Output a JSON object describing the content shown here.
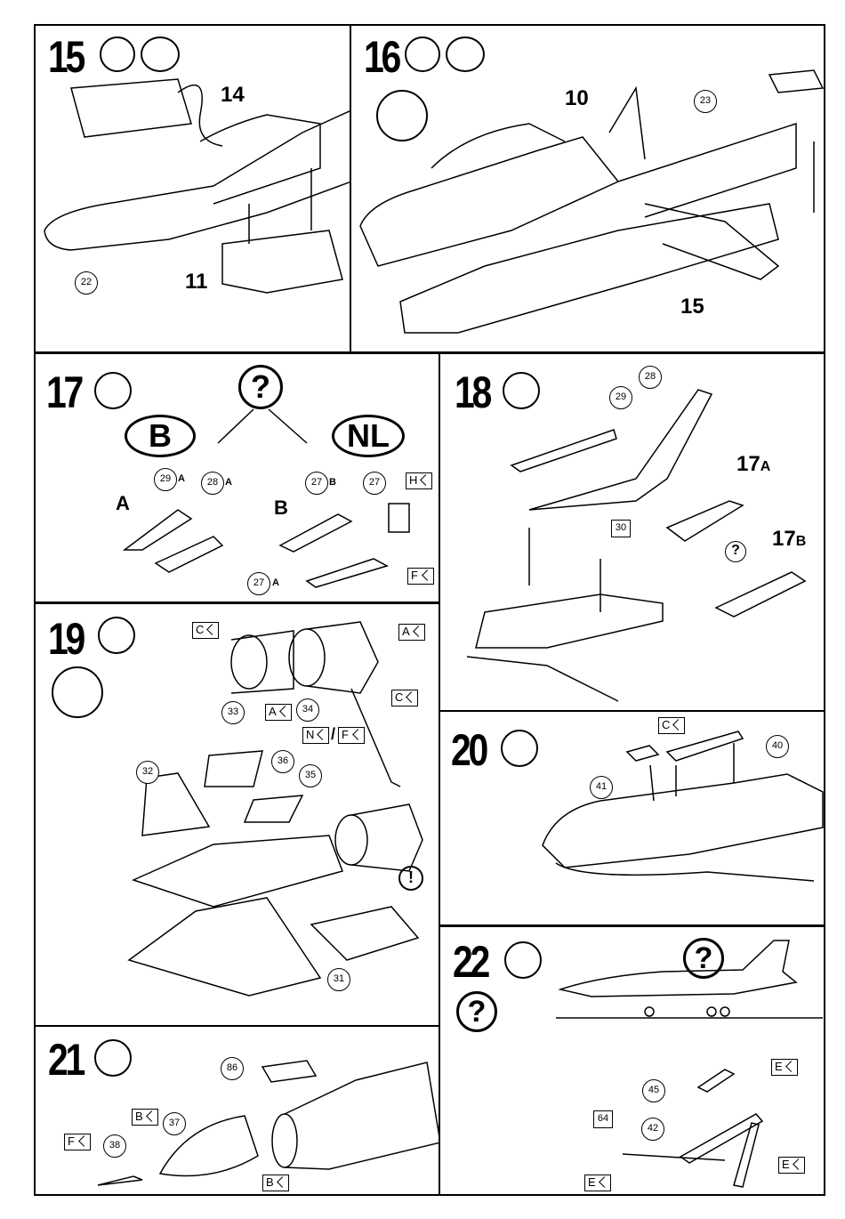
{
  "steps": {
    "s15": {
      "number": "15",
      "callouts": {
        "c14": "14",
        "c11": "11"
      },
      "parts": {
        "p22": "22"
      }
    },
    "s16": {
      "number": "16",
      "callouts": {
        "c10": "10",
        "c15": "15"
      },
      "parts": {
        "p23": "23"
      }
    },
    "s17": {
      "number": "17",
      "options": {
        "b": "B",
        "nl": "NL"
      },
      "question": "?",
      "variants": {
        "a": "A",
        "b": "B"
      },
      "parts": {
        "p29": "29",
        "p29s": "A",
        "p28": "28",
        "p28s": "A",
        "p27b": "27",
        "p27bs": "B",
        "p27": "27",
        "p27a": "27",
        "p27as": "A"
      },
      "flags": {
        "h": "H",
        "f": "F"
      }
    },
    "s18": {
      "number": "18",
      "callouts": {
        "c17a": "17",
        "c17as": "A",
        "c17b": "17",
        "c17bs": "B"
      },
      "question": "?",
      "parts": {
        "p29": "29",
        "p28": "28"
      },
      "boxed": {
        "b30": "30"
      }
    },
    "s19": {
      "number": "19",
      "parts": {
        "p33": "33",
        "p34": "34",
        "p32": "32",
        "p36": "36",
        "p35": "35",
        "p31": "31"
      },
      "flags": {
        "c1": "C",
        "a1": "A",
        "c2": "C",
        "a2": "A",
        "n": "N",
        "f": "F"
      },
      "slash": "/",
      "warn": "!"
    },
    "s20": {
      "number": "20",
      "parts": {
        "p41": "41",
        "p40": "40"
      },
      "flags": {
        "c": "C"
      }
    },
    "s21": {
      "number": "21",
      "parts": {
        "p86": "86",
        "p38": "38",
        "p37": "37"
      },
      "flags": {
        "b1": "B",
        "f": "F",
        "b2": "B"
      }
    },
    "s22": {
      "number": "22",
      "question": "?",
      "parts": {
        "p45": "45",
        "p42": "42"
      },
      "boxed": {
        "b64": "64"
      },
      "flags": {
        "e1": "E",
        "e2": "E",
        "e3": "E"
      }
    }
  },
  "icons": [
    "glue-tube-icon",
    "decal-water-icon",
    "clock-icon"
  ],
  "colors": {
    "ink": "#000000",
    "paper": "#ffffff"
  }
}
